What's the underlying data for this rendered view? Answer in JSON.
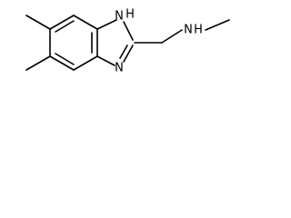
{
  "molecule": {
    "atom_labels": {
      "ring_nh_n": "N",
      "ring_nh_h": "H",
      "ring_n": "N",
      "amine_n": "N",
      "amine_h": "H"
    }
  }
}
